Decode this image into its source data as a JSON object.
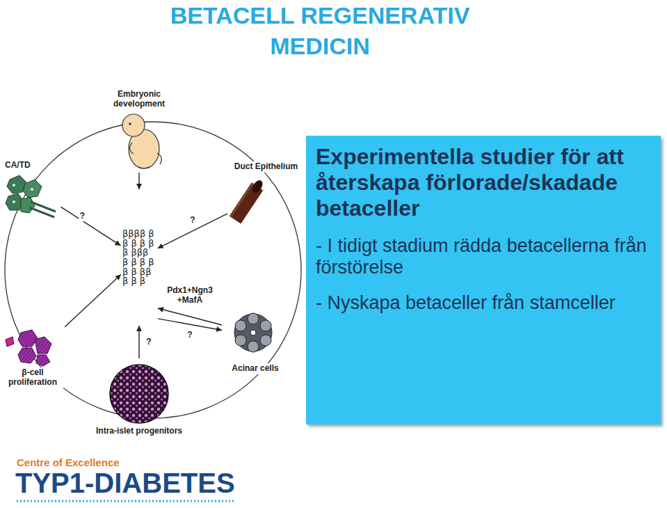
{
  "diagram": {
    "title": "BETACELL REGENERATIV MEDICIN",
    "nodes": [
      {
        "text": [
          "Embryonic development"
        ]
      },
      {
        "text": [
          "CA/TD"
        ]
      },
      {
        "text": [
          "Duct Epithelium"
        ]
      },
      {
        "text": [
          "ββββ β β β β β β βββ β β β β β β βββ β β"
        ]
      },
      {
        "text": [
          "β-cell proliferation"
        ]
      },
      {
        "text": [
          "Acinar cells"
        ]
      },
      {
        "text": [
          "Intra-islet progenitors"
        ]
      },
      {
        "text": [
          "Experimentella studier för att återskapa förlorade/skadade betaceller",
          "- I tidigt stadium rädda betacellerna från förstörelse",
          "- Nyskapa betaceller från stamceller"
        ]
      }
    ],
    "edges": [
      {
        "from": 0,
        "to": 3,
        "arrow": "to"
      },
      {
        "from": 1,
        "to": 3,
        "label": "?",
        "arrow": "to"
      },
      {
        "from": 2,
        "to": 3,
        "label": "?",
        "arrow": "to"
      },
      {
        "from": 4,
        "to": 3,
        "arrow": "to"
      },
      {
        "from": 5,
        "to": 3,
        "label": "Pdx1+Ngn3 +MafA",
        "arrow": "to"
      },
      {
        "from": 3,
        "to": 5,
        "label": "?",
        "arrow": "to"
      },
      {
        "from": 6,
        "to": 3,
        "label": "?",
        "arrow": "to"
      }
    ],
    "labels": [
      "Centre of Excellence",
      "TYP1-DIABETES"
    ]
  }
}
